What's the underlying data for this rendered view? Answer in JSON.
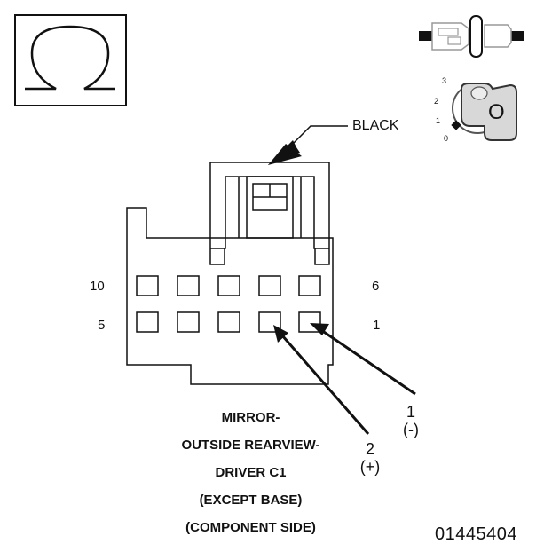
{
  "symbol": {
    "name": "ohm-icon",
    "glyph": "Ω"
  },
  "key_icon": {
    "positions": [
      "3",
      "2",
      "1",
      "0"
    ],
    "key_label": "O"
  },
  "color_label": "BLACK",
  "left_numbers": {
    "top": "10",
    "bottom": "5"
  },
  "right_numbers": {
    "top": "6",
    "bottom": "1"
  },
  "pins": [
    {
      "number": "1",
      "polarity": "(-)"
    },
    {
      "number": "2",
      "polarity": "(+)"
    }
  ],
  "caption": [
    "MIRROR-",
    "OUTSIDE REARVIEW-",
    "DRIVER C1",
    "(EXCEPT BASE)",
    "(COMPONENT SIDE)"
  ],
  "figure_id": "01445404"
}
